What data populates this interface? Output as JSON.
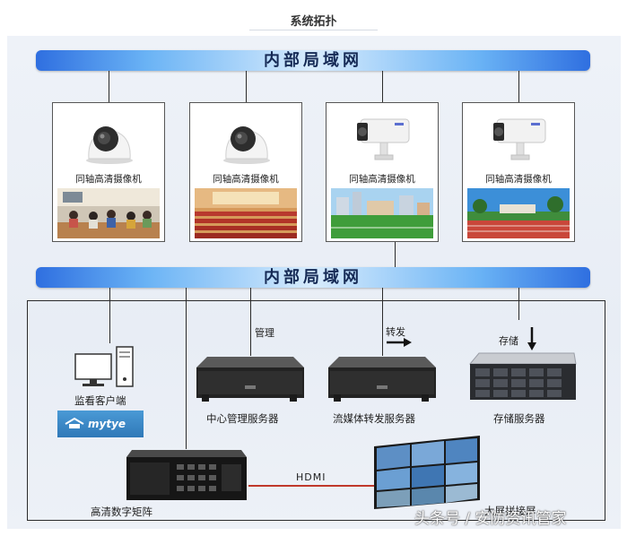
{
  "page_title": "系统拓扑",
  "network_top": {
    "label": "内部局域网"
  },
  "network_mid": {
    "label": "内部局域网"
  },
  "cameras": [
    {
      "label": "同轴高清摄像机",
      "icon": "dome-camera-icon",
      "scene": "meeting-room"
    },
    {
      "label": "同轴高清摄像机",
      "icon": "dome-camera-icon",
      "scene": "auditorium"
    },
    {
      "label": "同轴高清摄像机",
      "icon": "bullet-camera-icon",
      "scene": "sports-field"
    },
    {
      "label": "同轴高清摄像机",
      "icon": "bullet-camera-icon",
      "scene": "running-track"
    }
  ],
  "client": {
    "label": "监看客户端",
    "logo_text": "mytye"
  },
  "servers": {
    "management": {
      "label": "中心管理服务器",
      "link_label": "管理"
    },
    "streaming": {
      "label": "流媒体转发服务器",
      "link_label": "转发"
    },
    "storage": {
      "label": "存储服务器",
      "link_label": "存储"
    }
  },
  "matrix": {
    "label": "高清数字矩阵"
  },
  "video_wall": {
    "label": "大屏拼接屏"
  },
  "hdmi_link": {
    "label": "HDMI"
  },
  "watermark": "头条号 / 安防资讯管家",
  "colors": {
    "bus_dark": "#2f6fe0",
    "bus_light": "#d8ecfd",
    "line": "#2b2b2b",
    "hdmi": "#c0392b"
  }
}
